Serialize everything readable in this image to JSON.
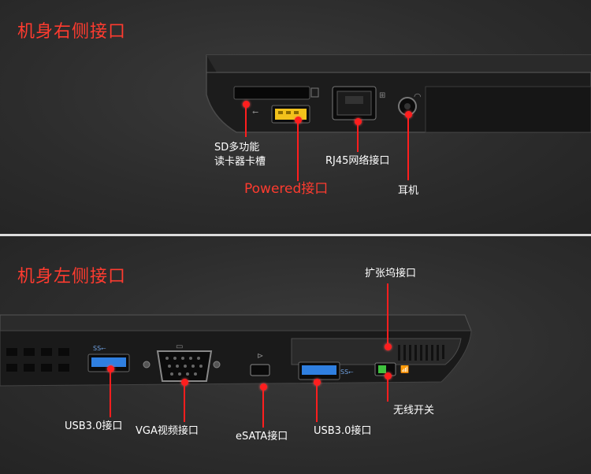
{
  "right_side": {
    "heading": "机身右侧接口",
    "ports": {
      "sd": {
        "line1": "SD多功能",
        "line2": "读卡器卡槽"
      },
      "powered": "Powered接口",
      "rj45": "RJ45网络接口",
      "headphone": "耳机"
    }
  },
  "left_side": {
    "heading": "机身左侧接口",
    "ports": {
      "dock": "扩张坞接口",
      "usb1": "USB3.0接口",
      "vga": "VGA视频接口",
      "esata": "eSATA接口",
      "usb2": "USB3.0接口",
      "wireless": "无线开关"
    }
  },
  "colors": {
    "accent": "#ff3b2f",
    "marker": "#ff1e1e",
    "usb_blue": "#2f7fe0",
    "powered_yellow": "#f2c21b",
    "switch_green": "#3ec23e"
  }
}
